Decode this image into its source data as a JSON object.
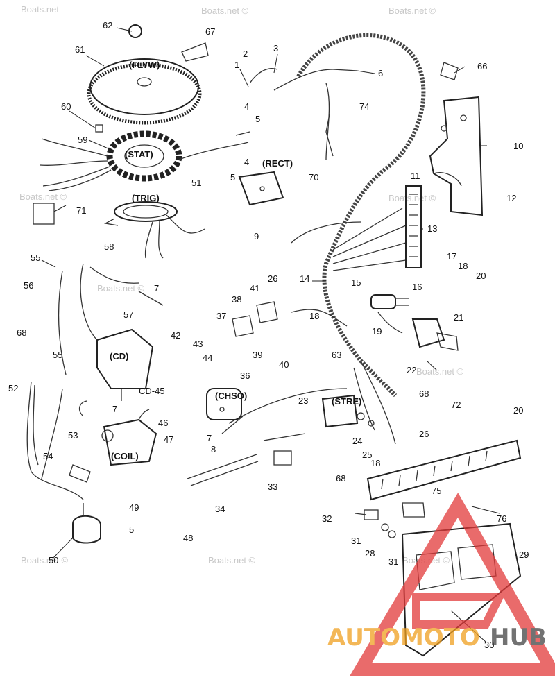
{
  "watermarks": [
    "Boats.net ©",
    "Boats.net",
    "Boats.net ©",
    "Boats.net ©",
    "Boats.net ©",
    "Boats.net ©",
    "Boats.net ©",
    "Boats.net ©",
    "Boats.net ©",
    "Boats.net ©"
  ],
  "component_captions": {
    "flywheel": "(FLYW)",
    "stator": "(STAT)",
    "trigger": "(TRIG)",
    "rectifier": "(RECT)",
    "cd_module": "(CD)",
    "choke_solenoid": "(CHSO)",
    "starter_solenoid": "(STRE)",
    "ignition_coil": "(COIL)"
  },
  "callouts": [
    "1",
    "2",
    "3",
    "4",
    "5",
    "6",
    "62",
    "67",
    "61",
    "60",
    "59",
    "74",
    "66",
    "10",
    "11",
    "12",
    "70",
    "4",
    "5",
    "51",
    "71",
    "58",
    "9",
    "13",
    "17",
    "18",
    "20",
    "14",
    "26",
    "15",
    "16",
    "55",
    "56",
    "57",
    "7",
    "41",
    "38",
    "37",
    "18",
    "19",
    "21",
    "22",
    "68",
    "39",
    "40",
    "42",
    "43",
    "44",
    "55",
    "CD-45",
    "52",
    "36",
    "63",
    "23",
    "68",
    "72",
    "20",
    "7",
    "46",
    "53",
    "47",
    "54",
    "8",
    "24",
    "25",
    "26",
    "18",
    "68",
    "33",
    "34",
    "75",
    "76",
    "32",
    "31",
    "28",
    "31",
    "29",
    "49",
    "5",
    "48",
    "50",
    "30",
    "7"
  ],
  "brand": {
    "part1": "AUTOMOTO",
    "part2": "HUB"
  }
}
